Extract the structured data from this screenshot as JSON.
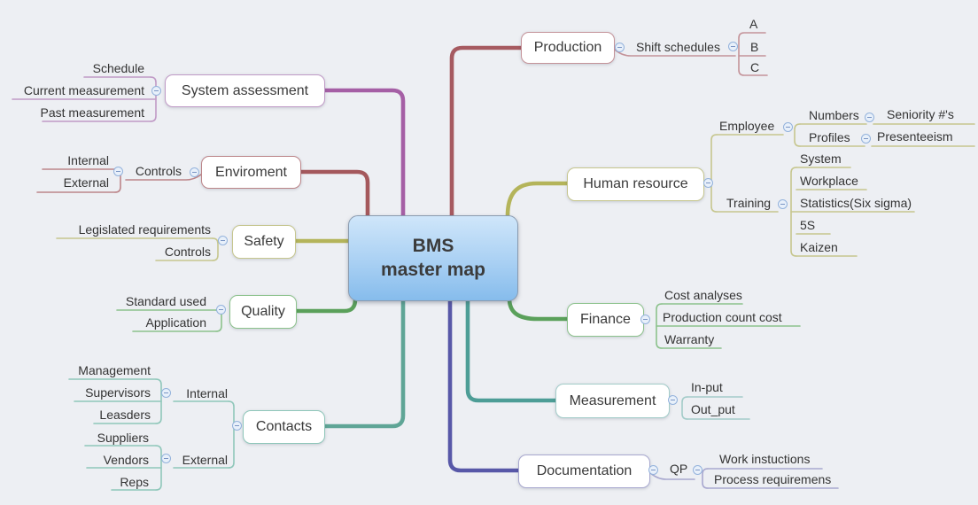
{
  "canvas": {
    "background": "#edeff3"
  },
  "root": {
    "line1": "BMS",
    "line2": "master map"
  },
  "colors": {
    "center": {
      "top": "#cfe6fa",
      "bottom": "#86bcec",
      "border": "#8a9bb0"
    },
    "production": {
      "trunk": "#a65a60",
      "light": "#c49399"
    },
    "systemAssessment": {
      "trunk": "#a55fa5",
      "light": "#c09ac6"
    },
    "humanResource": {
      "trunk": "#b4b45a",
      "light": "#c6c68e"
    },
    "enviroment": {
      "trunk": "#a4585c",
      "light": "#bc8589"
    },
    "safety": {
      "trunk": "#b4b45a",
      "light": "#c6c68e"
    },
    "finance": {
      "trunk": "#5aa05a",
      "light": "#8cc28c"
    },
    "quality": {
      "trunk": "#5aa05a",
      "light": "#8cc28c"
    },
    "measurement": {
      "trunk": "#4d9d96",
      "light": "#a3ccc9"
    },
    "documentation": {
      "trunk": "#5858a8",
      "light": "#a8a8cf"
    },
    "contacts": {
      "trunk": "#5fa596",
      "light": "#8fc7ba"
    }
  },
  "topics": {
    "production": {
      "label": "Production",
      "children": {
        "shiftSchedules": {
          "label": "Shift schedules",
          "children": {
            "a": {
              "label": "A"
            },
            "b": {
              "label": "B"
            },
            "c": {
              "label": "C"
            }
          }
        }
      }
    },
    "humanResource": {
      "label": "Human resource",
      "children": {
        "employee": {
          "label": "Employee",
          "children": {
            "numbers": {
              "label": "Numbers",
              "children": {
                "seniority": {
                  "label": "Seniority #'s"
                }
              }
            },
            "profiles": {
              "label": "Profiles",
              "children": {
                "presenteeism": {
                  "label": "Presenteeism"
                }
              }
            }
          }
        },
        "training": {
          "label": "Training",
          "children": {
            "system": {
              "label": "System"
            },
            "workplace": {
              "label": "Workplace"
            },
            "statistics": {
              "label": "Statistics(Six sigma)"
            },
            "fiveS": {
              "label": "5S"
            },
            "kaizen": {
              "label": "Kaizen"
            }
          }
        }
      }
    },
    "finance": {
      "label": "Finance",
      "children": {
        "costAnalyses": {
          "label": "Cost analyses"
        },
        "productionCountCost": {
          "label": "Production count cost"
        },
        "warranty": {
          "label": "Warranty"
        }
      }
    },
    "measurement": {
      "label": "Measurement",
      "children": {
        "inPut": {
          "label": "In-put"
        },
        "outPut": {
          "label": "Out_put"
        }
      }
    },
    "documentation": {
      "label": "Documentation",
      "children": {
        "qp": {
          "label": "QP",
          "children": {
            "workInstructions": {
              "label": "Work instuctions"
            },
            "processRequirements": {
              "label": "Process requiremens"
            }
          }
        }
      }
    },
    "systemAssessment": {
      "label": "System assessment",
      "children": {
        "schedule": {
          "label": "Schedule"
        },
        "currentMeasurement": {
          "label": "Current measurement"
        },
        "pastMeasurement": {
          "label": "Past measurement"
        }
      }
    },
    "enviroment": {
      "label": "Enviroment",
      "children": {
        "controls": {
          "label": "Controls",
          "children": {
            "internal": {
              "label": "Internal"
            },
            "external": {
              "label": "External"
            }
          }
        }
      }
    },
    "safety": {
      "label": "Safety",
      "children": {
        "legislatedRequirements": {
          "label": "Legislated requirements"
        },
        "controls": {
          "label": "Controls"
        }
      }
    },
    "quality": {
      "label": "Quality",
      "children": {
        "standardUsed": {
          "label": "Standard used"
        },
        "application": {
          "label": "Application"
        }
      }
    },
    "contacts": {
      "label": "Contacts",
      "children": {
        "internal": {
          "label": "Internal",
          "children": {
            "management": {
              "label": "Management"
            },
            "supervisors": {
              "label": "Supervisors"
            },
            "leasders": {
              "label": "Leasders"
            }
          }
        },
        "external": {
          "label": "External",
          "children": {
            "suppliers": {
              "label": "Suppliers"
            },
            "vendors": {
              "label": "Vendors"
            },
            "reps": {
              "label": "Reps"
            }
          }
        }
      }
    }
  }
}
